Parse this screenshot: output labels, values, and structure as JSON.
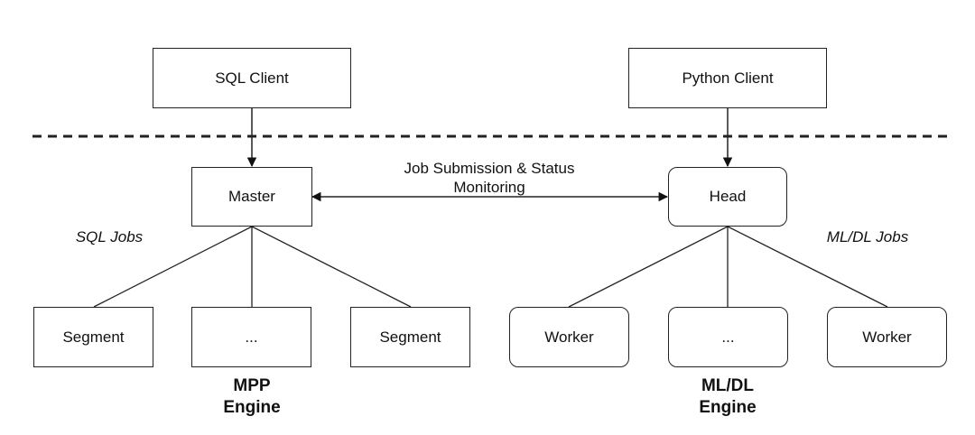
{
  "nodes": {
    "sql_client": "SQL Client",
    "python_client": "Python Client",
    "master": "Master",
    "head": "Head",
    "segment_left": "Segment",
    "segment_ellipsis": "...",
    "segment_right": "Segment",
    "worker_left": "Worker",
    "worker_ellipsis": "...",
    "worker_right": "Worker"
  },
  "labels": {
    "connection_line1": "Job Submission & Status",
    "connection_line2": "Monitoring",
    "sql_jobs": "SQL Jobs",
    "mldl_jobs": "ML/DL Jobs",
    "mpp_line1": "MPP",
    "mpp_line2": "Engine",
    "mldl_line1": "ML/DL",
    "mldl_line2": "Engine"
  }
}
